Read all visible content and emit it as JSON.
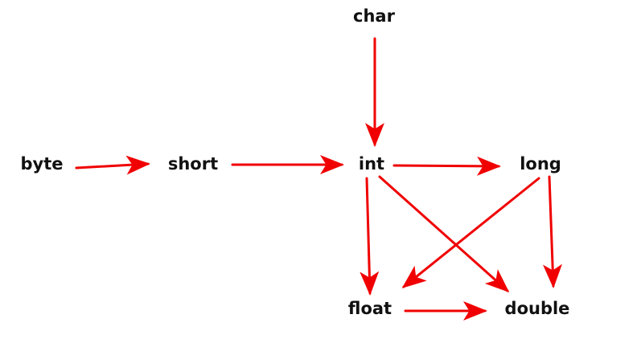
{
  "diagram": {
    "arrow_color": "#f00000",
    "text_color": "#111111",
    "nodes": [
      {
        "id": "char",
        "label": "char"
      },
      {
        "id": "byte",
        "label": "byte"
      },
      {
        "id": "short",
        "label": "short"
      },
      {
        "id": "int",
        "label": "int"
      },
      {
        "id": "long",
        "label": "long"
      },
      {
        "id": "float",
        "label": "float"
      },
      {
        "id": "double",
        "label": "double"
      }
    ],
    "edges": [
      {
        "from": "char",
        "to": "int"
      },
      {
        "from": "byte",
        "to": "short"
      },
      {
        "from": "short",
        "to": "int"
      },
      {
        "from": "int",
        "to": "long"
      },
      {
        "from": "int",
        "to": "float"
      },
      {
        "from": "int",
        "to": "double"
      },
      {
        "from": "long",
        "to": "float"
      },
      {
        "from": "long",
        "to": "double"
      },
      {
        "from": "float",
        "to": "double"
      }
    ]
  }
}
